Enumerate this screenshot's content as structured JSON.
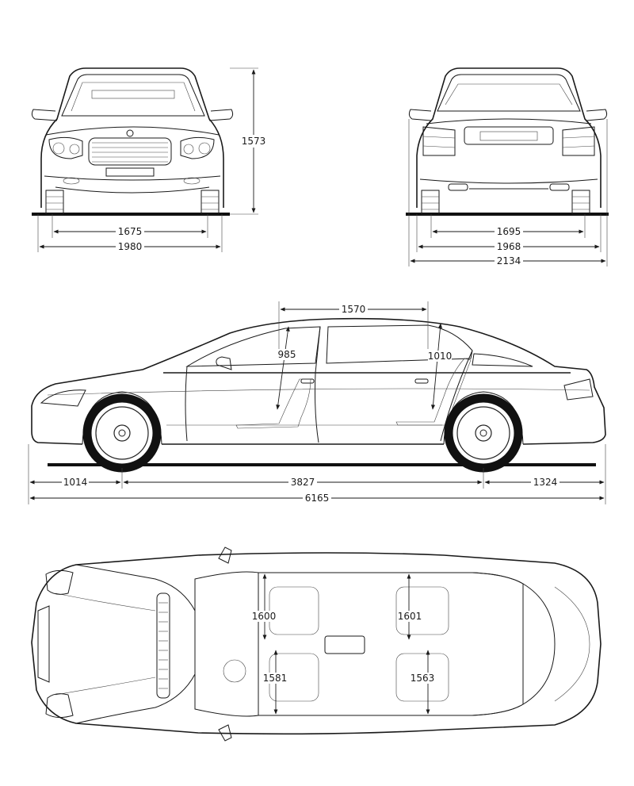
{
  "figure": {
    "colors": {
      "line": "#1a1a1a",
      "background": "#ffffff"
    },
    "front_view": {
      "dimensions": {
        "height": "1573",
        "front_track": "1675",
        "width": "1980"
      }
    },
    "rear_view": {
      "dimensions": {
        "rear_track": "1695",
        "width_body": "1968",
        "width_mirrors": "2134"
      }
    },
    "side_view": {
      "dimensions": {
        "front_overhang": "1014",
        "wheelbase": "3827",
        "rear_overhang": "1324",
        "length": "6165",
        "door_span": "1570",
        "front_headroom": "985",
        "rear_headroom": "1010"
      }
    },
    "top_view": {
      "dimensions": {
        "front_shoulder": "1600",
        "rear_shoulder": "1601",
        "front_hip": "1581",
        "rear_hip": "1563"
      }
    }
  }
}
